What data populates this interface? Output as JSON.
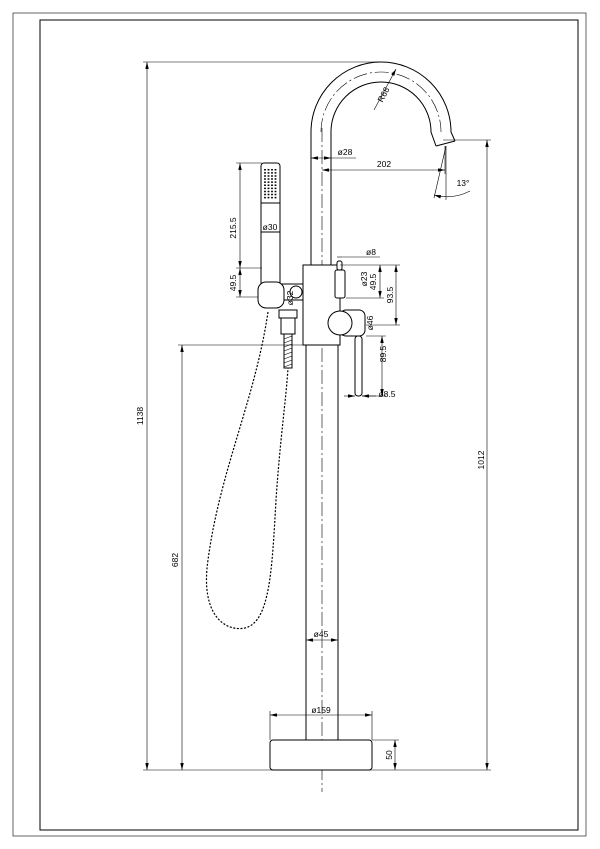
{
  "dimensions": {
    "r68": "R68",
    "d28": "ø28",
    "d202": "202",
    "angle13": "13°",
    "d215_5": "215.5",
    "d30": "ø30",
    "d49_5_left": "49.5",
    "d8": "ø8",
    "d23": "ø23",
    "d49_5_right": "49.5",
    "d93_5": "93.5",
    "d32": "ø32",
    "d46": "ø46",
    "d89_5": "89.5",
    "d8_5": "ø8.5",
    "d1138": "1138",
    "d1012": "1012",
    "d682": "682",
    "d45": "ø45",
    "d159": "ø159",
    "d50": "50"
  }
}
